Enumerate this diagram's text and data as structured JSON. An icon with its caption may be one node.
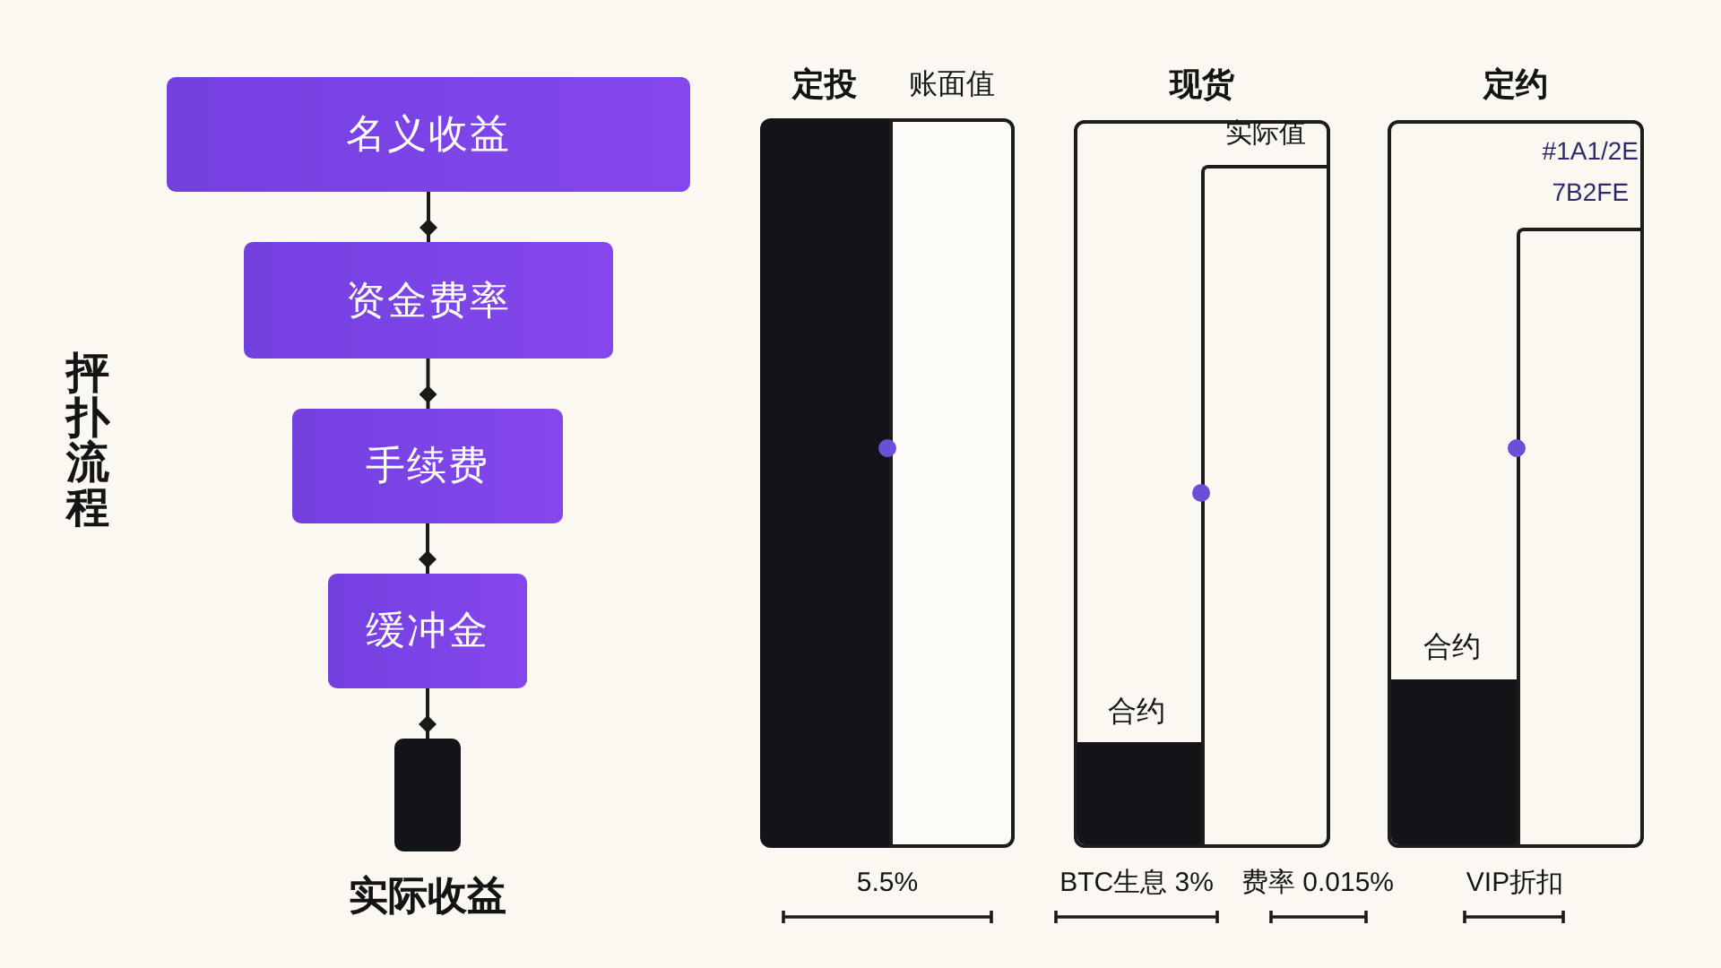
{
  "diagram": {
    "nodes": [
      {
        "text": [
          "名义收益"
        ]
      },
      {
        "text": [
          "资金费率"
        ]
      },
      {
        "text": [
          "手续费"
        ]
      },
      {
        "text": [
          "缓冲金"
        ]
      },
      {
        "text": [
          "实际收益"
        ]
      },
      {
        "text": [
          "定投"
        ]
      },
      {
        "text": [
          "账面值"
        ]
      },
      {
        "text": [
          "现货"
        ]
      },
      {
        "text": [
          "实际值"
        ],
        "in": 7
      },
      {
        "text": [
          "合约"
        ],
        "in": 7
      },
      {
        "text": [
          "定约"
        ]
      },
      {
        "text": [
          "#1A1/2E 7B2FE"
        ],
        "in": 10
      },
      {
        "text": [
          "合约"
        ],
        "in": 10
      }
    ],
    "edges": [
      {
        "from": 0,
        "to": 1,
        "arrow": "other"
      },
      {
        "from": 1,
        "to": 2,
        "arrow": "other"
      },
      {
        "from": 2,
        "to": 3,
        "arrow": "other"
      },
      {
        "from": 3,
        "to": 4,
        "arrow": "other"
      }
    ],
    "labels": [
      "抨扑流程",
      "5.5%",
      "BTC生息 3%",
      "费率 0.015%",
      "VIP折扣"
    ]
  }
}
